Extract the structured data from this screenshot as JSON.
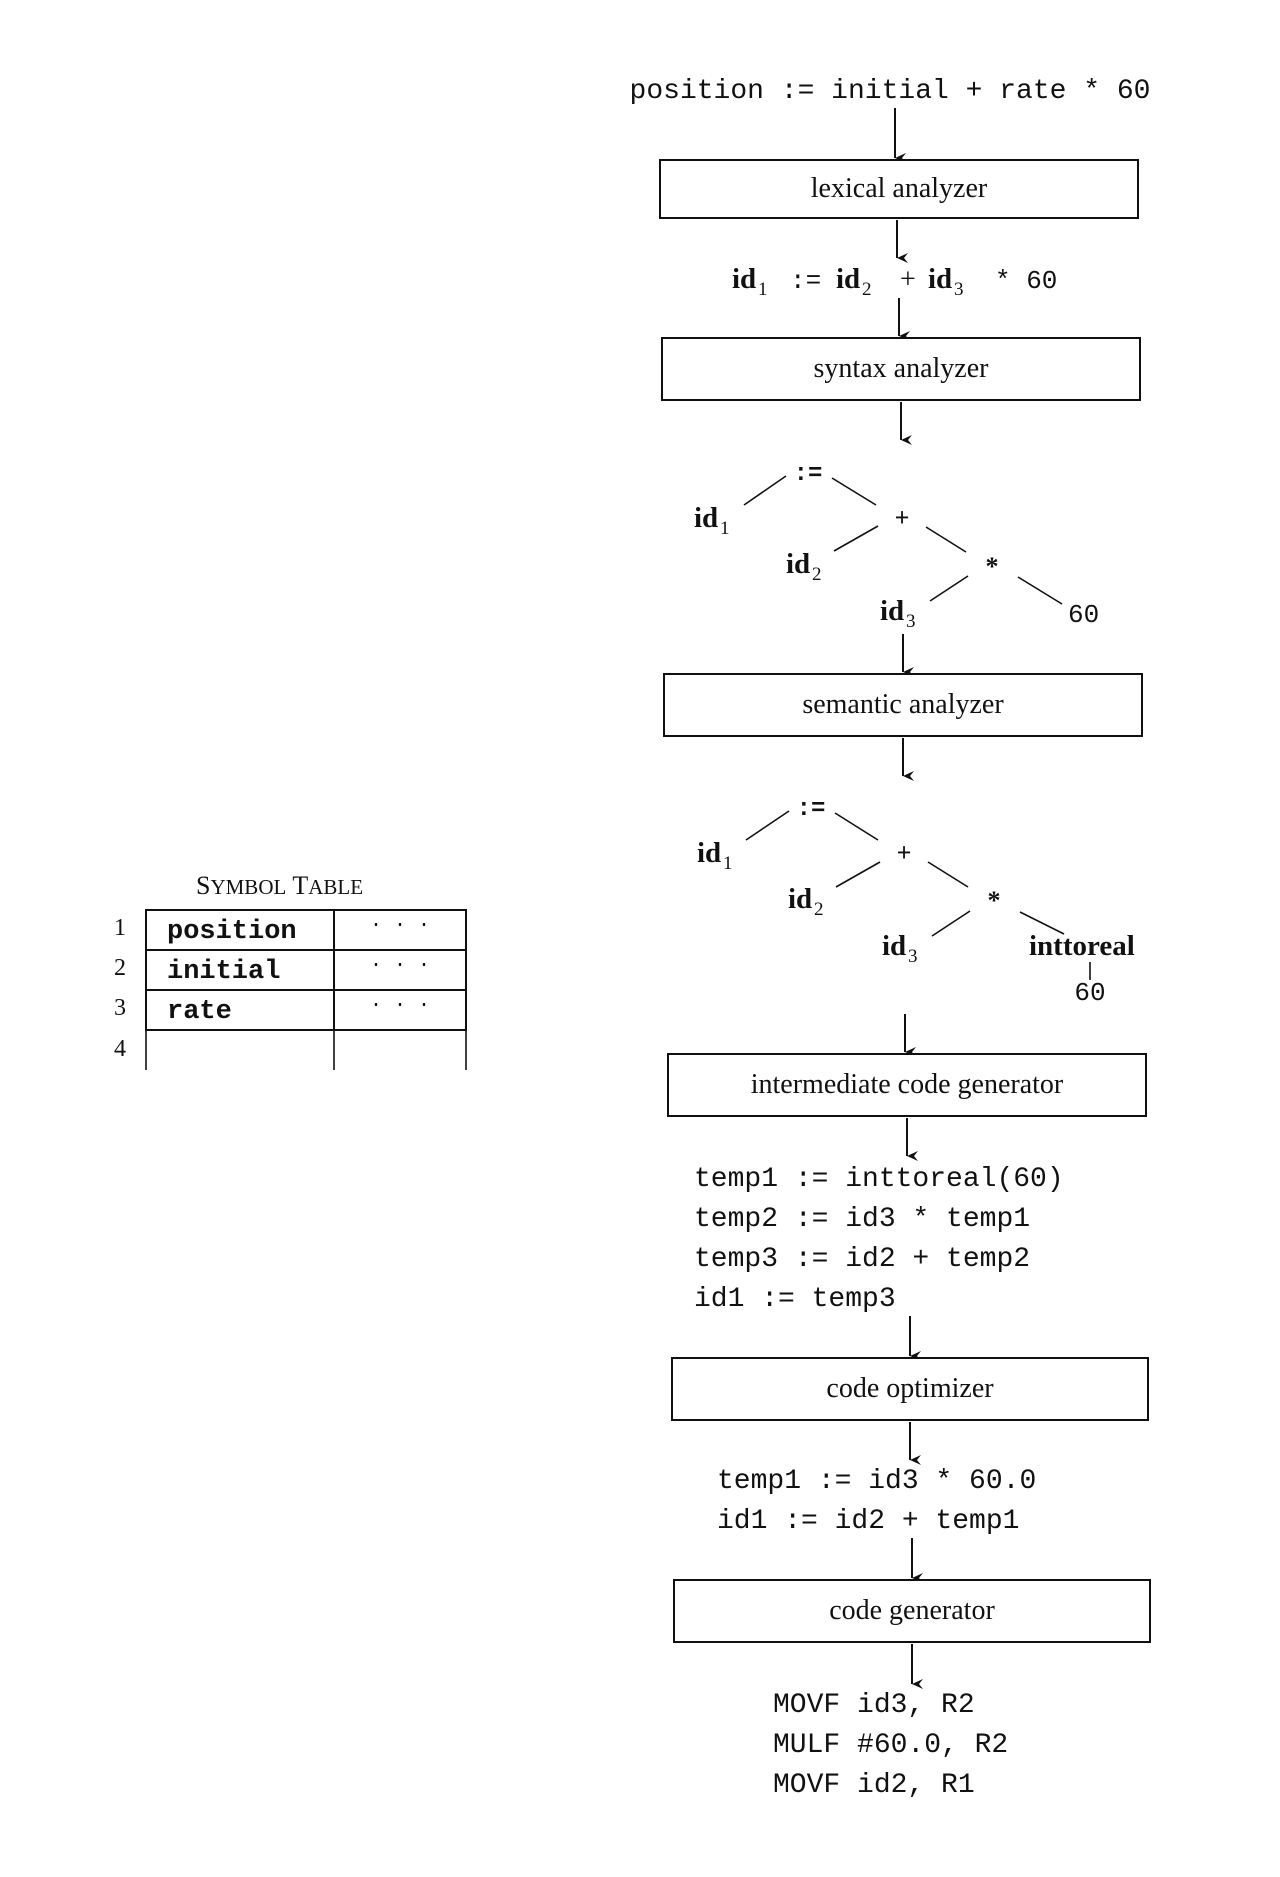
{
  "source_statement": "position := initial + rate * 60",
  "phases": {
    "lexical": "lexical analyzer",
    "syntax": "syntax analyzer",
    "semantic": "semantic analyzer",
    "intermediate": "intermediate code generator",
    "optimizer": "code optimizer",
    "codegen": "code generator"
  },
  "token_stream": {
    "id": "id",
    "sub1": "1",
    "sub2": "2",
    "sub3": "3",
    "assign": ":=",
    "plus": "+",
    "times": "* 60"
  },
  "syntax_tree": {
    "assign": ":=",
    "plus": "+",
    "times": "*",
    "id": "id",
    "sub1": "1",
    "sub2": "2",
    "sub3": "3",
    "const": "60"
  },
  "semantic_tree": {
    "assign": ":=",
    "plus": "+",
    "times": "*",
    "id": "id",
    "sub1": "1",
    "sub2": "2",
    "sub3": "3",
    "conversion": "inttoreal",
    "const": "60"
  },
  "intermediate_code": [
    "temp1 := inttoreal(60)",
    "temp2 := id3 * temp1",
    "temp3 := id2 + temp2",
    "id1 := temp3"
  ],
  "optimized_code": [
    "temp1 := id3 * 60.0",
    "id1 := id2 + temp1"
  ],
  "target_code": [
    "MOVF id3, R2",
    "MULF #60.0, R2",
    "MOVF id2, R1"
  ],
  "symbol_table": {
    "title_big_s": "S",
    "title_small_1": "YMBOL",
    "title_big_t": "T",
    "title_small_2": "ABLE",
    "rows": [
      {
        "index": "1",
        "name": "position",
        "attrs": "· · ·"
      },
      {
        "index": "2",
        "name": "initial",
        "attrs": "· · ·"
      },
      {
        "index": "3",
        "name": "rate",
        "attrs": "· · ·"
      },
      {
        "index": "4",
        "name": "",
        "attrs": ""
      }
    ]
  }
}
